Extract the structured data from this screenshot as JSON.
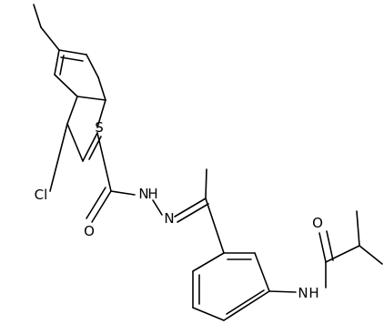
{
  "molecule": {
    "atoms": {
      "S": "S",
      "Cl": "Cl",
      "O1": "O",
      "N1": "N",
      "H1": "H",
      "N2": "N",
      "N3": "N",
      "H3": "H",
      "O2": "O"
    }
  }
}
